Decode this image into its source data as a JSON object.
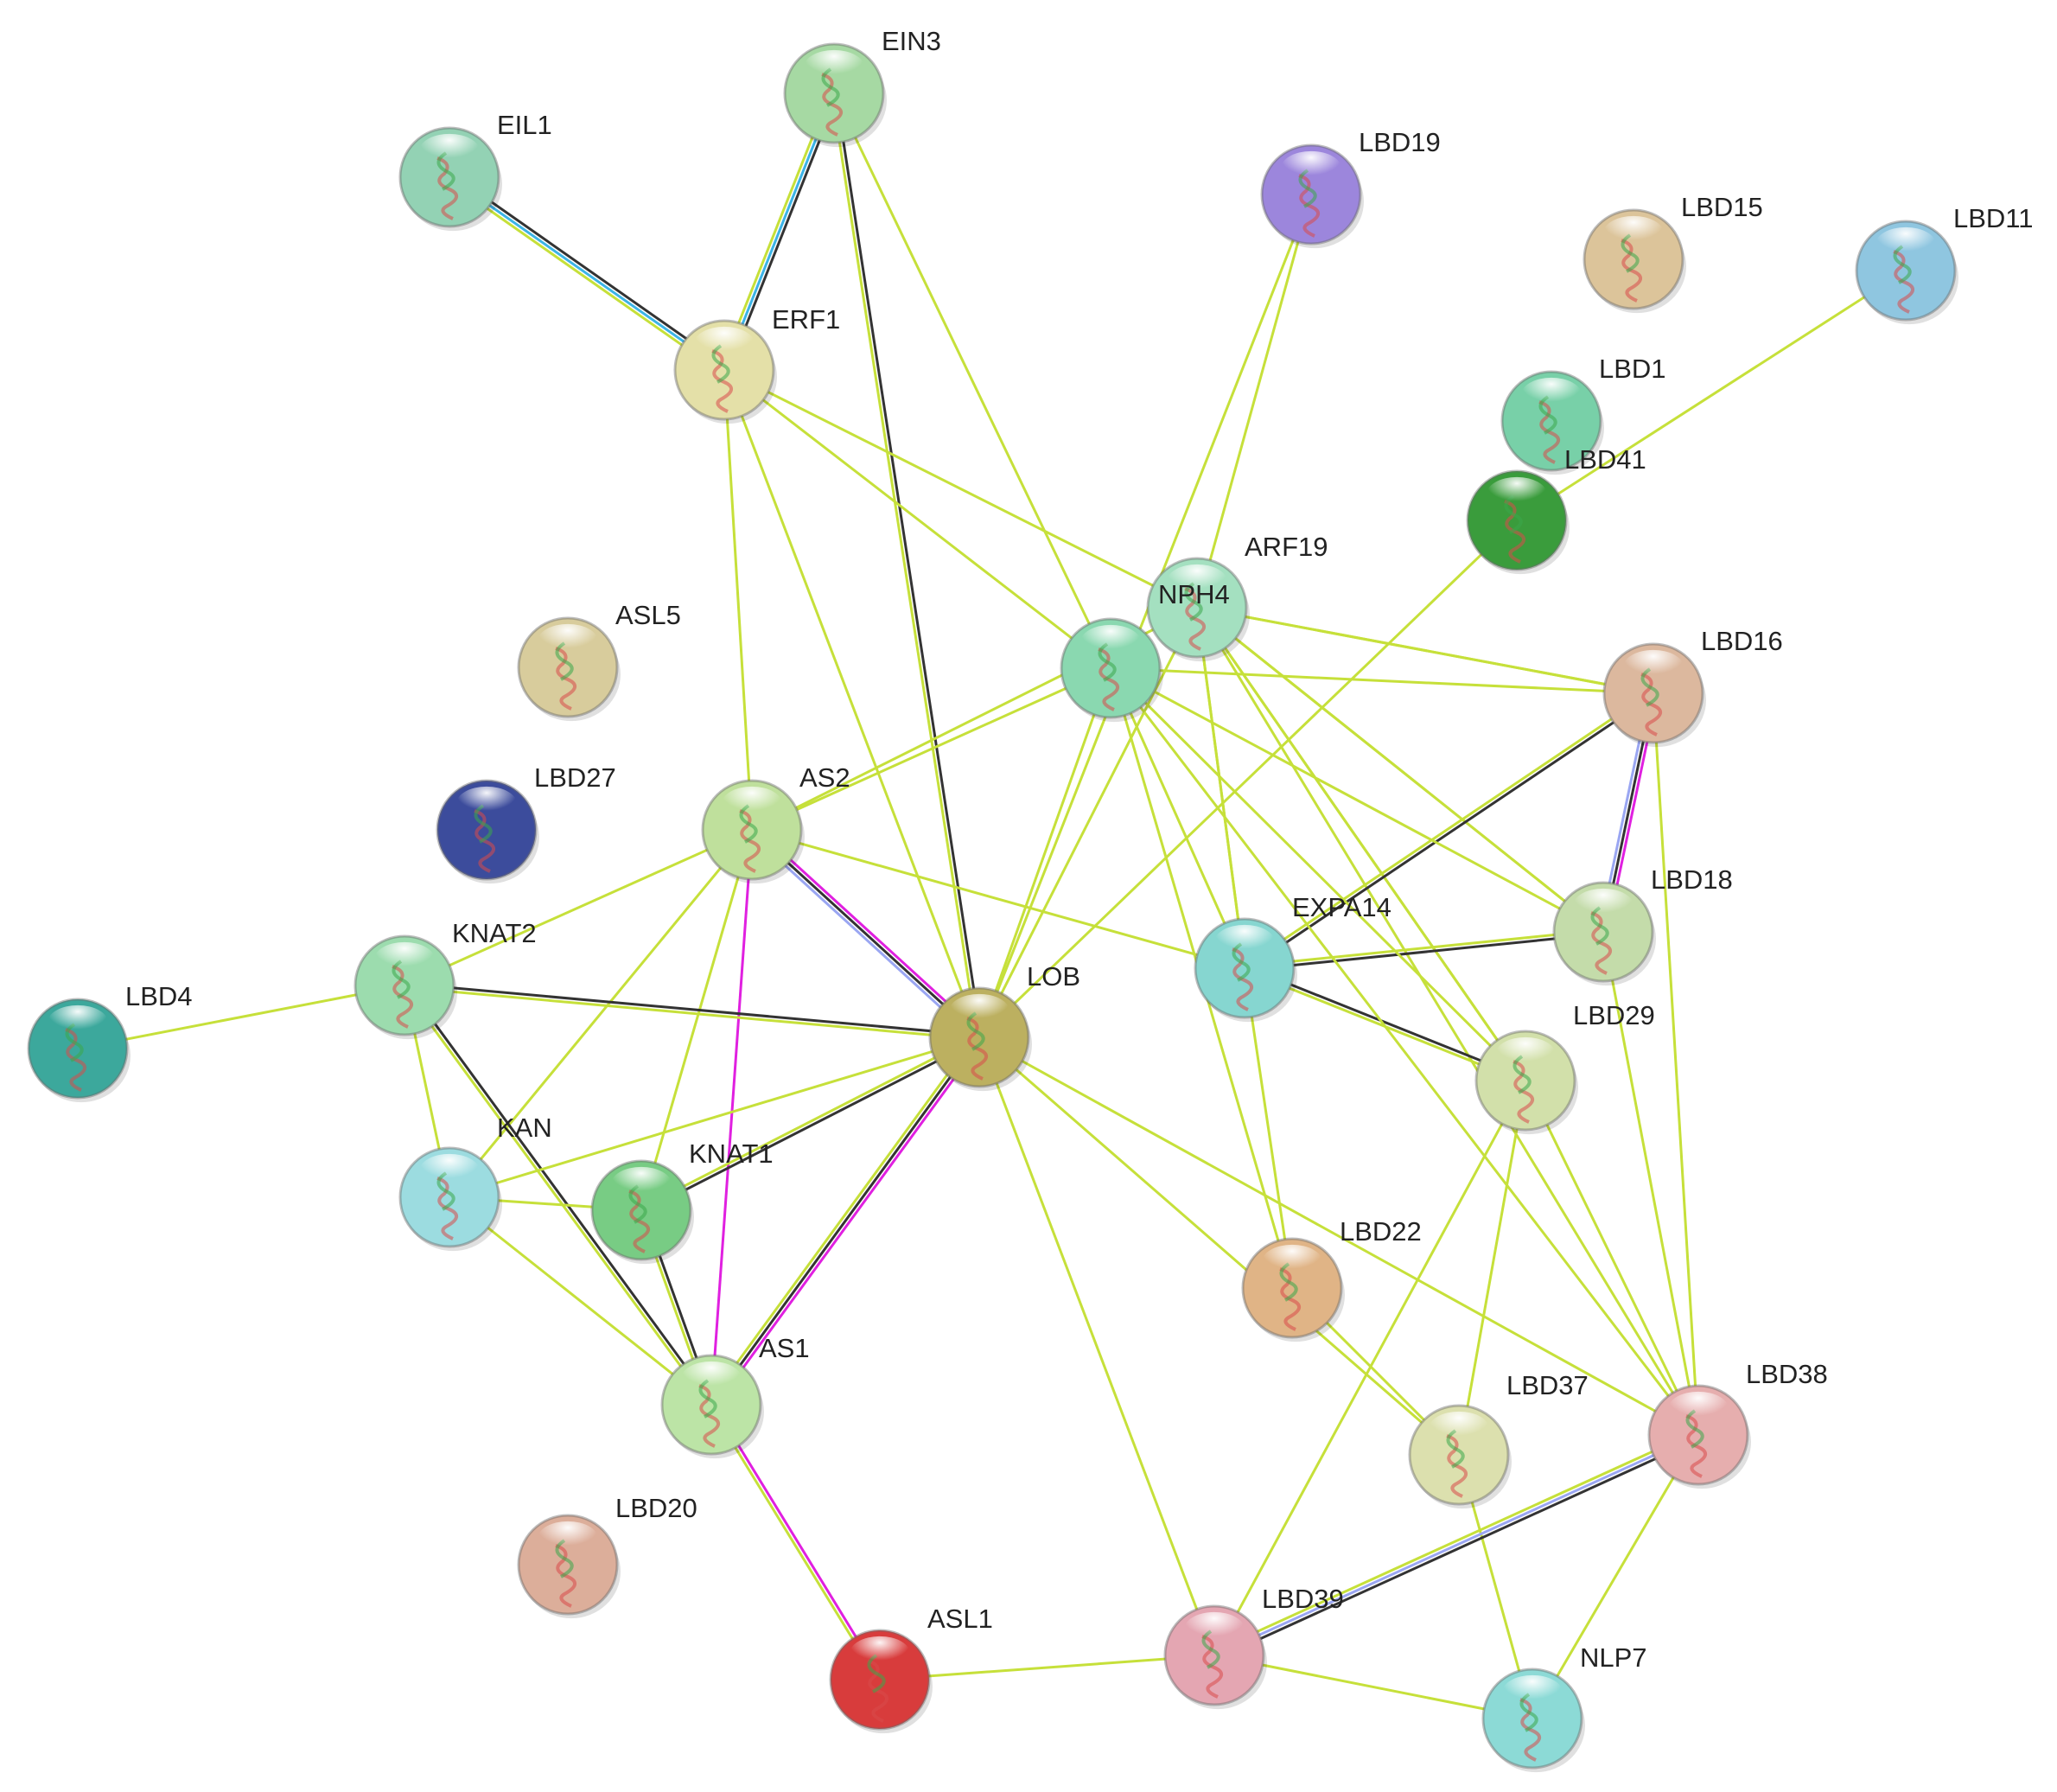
{
  "network": {
    "edge_colors": {
      "textmining": "#c6e03a",
      "coexpression": "#333333",
      "database": "#3cb4e6",
      "experimental": "#e020e0",
      "homology": "#9aa6f2"
    },
    "nodes": [
      {
        "id": "EIN3",
        "label": "EIN3",
        "color": "#a6d9a3"
      },
      {
        "id": "EIL1",
        "label": "EIL1",
        "color": "#93d2b4"
      },
      {
        "id": "ERF1",
        "label": "ERF1",
        "color": "#e4e0a8"
      },
      {
        "id": "LBD19",
        "label": "LBD19",
        "color": "#9c86dc"
      },
      {
        "id": "LBD15",
        "label": "LBD15",
        "color": "#dcc49a"
      },
      {
        "id": "LBD11",
        "label": "LBD11",
        "color": "#8fc6e0"
      },
      {
        "id": "LBD1",
        "label": "LBD1",
        "color": "#78d0a8"
      },
      {
        "id": "LBD41",
        "label": "LBD41",
        "color": "#3a9c3c"
      },
      {
        "id": "ARF19",
        "label": "ARF19",
        "color": "#a4e0c0"
      },
      {
        "id": "NPH4",
        "label": "NPH4",
        "color": "#82d6ae"
      },
      {
        "id": "ASL5",
        "label": "ASL5",
        "color": "#d8cc9c"
      },
      {
        "id": "LBD16",
        "label": "LBD16",
        "color": "#dcb89e"
      },
      {
        "id": "LBD27",
        "label": "LBD27",
        "color": "#3c4c9c"
      },
      {
        "id": "AS2",
        "label": "AS2",
        "color": "#bfe09c"
      },
      {
        "id": "LBD18",
        "label": "LBD18",
        "color": "#c4dcaa"
      },
      {
        "id": "EXPA14",
        "label": "EXPA14",
        "color": "#86d6d0"
      },
      {
        "id": "KNAT2",
        "label": "KNAT2",
        "color": "#9cdcae"
      },
      {
        "id": "LBD4",
        "label": "LBD4",
        "color": "#3ca89c"
      },
      {
        "id": "LOB",
        "label": "LOB",
        "color": "#bcb060"
      },
      {
        "id": "LBD29",
        "label": "LBD29",
        "color": "#d2e0aa"
      },
      {
        "id": "KAN",
        "label": "KAN",
        "color": "#9cdce0"
      },
      {
        "id": "KNAT1",
        "label": "KNAT1",
        "color": "#78cc84"
      },
      {
        "id": "LBD22",
        "label": "LBD22",
        "color": "#e0b486"
      },
      {
        "id": "AS1",
        "label": "AS1",
        "color": "#bce4a6"
      },
      {
        "id": "LBD37",
        "label": "LBD37",
        "color": "#dce0ae"
      },
      {
        "id": "LBD38",
        "label": "LBD38",
        "color": "#e6aeae"
      },
      {
        "id": "LBD20",
        "label": "LBD20",
        "color": "#dcae9a"
      },
      {
        "id": "ASL1",
        "label": "ASL1",
        "color": "#d83c3c"
      },
      {
        "id": "LBD39",
        "label": "LBD39",
        "color": "#e4a6b2"
      },
      {
        "id": "NLP7",
        "label": "NLP7",
        "color": "#8cdad6"
      }
    ],
    "edges": [
      {
        "source": "EIL1",
        "target": "ERF1",
        "types": [
          "coexpression",
          "database",
          "textmining"
        ]
      },
      {
        "source": "EIN3",
        "target": "ERF1",
        "types": [
          "coexpression",
          "database",
          "textmining"
        ]
      },
      {
        "source": "EIN3",
        "target": "LOB",
        "types": [
          "coexpression",
          "textmining"
        ]
      },
      {
        "source": "ERF1",
        "target": "LOB",
        "types": [
          "textmining"
        ]
      },
      {
        "source": "ERF1",
        "target": "NPH4",
        "types": [
          "textmining"
        ]
      },
      {
        "source": "ERF1",
        "target": "AS2",
        "types": [
          "textmining"
        ]
      },
      {
        "source": "LBD19",
        "target": "LOB",
        "types": [
          "textmining"
        ]
      },
      {
        "source": "LBD19",
        "target": "NPH4",
        "types": [
          "textmining"
        ]
      },
      {
        "source": "LBD11",
        "target": "LBD41",
        "types": [
          "textmining"
        ]
      },
      {
        "source": "LBD41",
        "target": "LOB",
        "types": [
          "textmining"
        ]
      },
      {
        "source": "NPH4",
        "target": "AS2",
        "types": [
          "textmining"
        ]
      },
      {
        "source": "NPH4",
        "target": "LBD16",
        "types": [
          "textmining"
        ]
      },
      {
        "source": "NPH4",
        "target": "LBD18",
        "types": [
          "textmining"
        ]
      },
      {
        "source": "NPH4",
        "target": "LBD29",
        "types": [
          "textmining"
        ]
      },
      {
        "source": "NPH4",
        "target": "EXPA14",
        "types": [
          "textmining"
        ]
      },
      {
        "source": "NPH4",
        "target": "LOB",
        "types": [
          "textmining"
        ]
      },
      {
        "source": "ARF19",
        "target": "LBD16",
        "types": [
          "textmining"
        ]
      },
      {
        "source": "ARF19",
        "target": "LBD18",
        "types": [
          "textmining"
        ]
      },
      {
        "source": "ARF19",
        "target": "LBD29",
        "types": [
          "textmining"
        ]
      },
      {
        "source": "ARF19",
        "target": "EXPA14",
        "types": [
          "textmining"
        ]
      },
      {
        "source": "NPH4",
        "target": "LBD38",
        "types": [
          "textmining"
        ]
      },
      {
        "source": "LBD16",
        "target": "LBD18",
        "types": [
          "experimental",
          "coexpression",
          "homology"
        ]
      },
      {
        "source": "LBD16",
        "target": "EXPA14",
        "types": [
          "coexpression",
          "textmining"
        ]
      },
      {
        "source": "LBD16",
        "target": "LBD38",
        "types": [
          "textmining"
        ]
      },
      {
        "source": "LBD18",
        "target": "EXPA14",
        "types": [
          "coexpression",
          "textmining"
        ]
      },
      {
        "source": "LBD18",
        "target": "LBD38",
        "types": [
          "textmining"
        ]
      },
      {
        "source": "EXPA14",
        "target": "LBD29",
        "types": [
          "coexpression",
          "textmining"
        ]
      },
      {
        "source": "EXPA14",
        "target": "LBD22",
        "types": [
          "textmining"
        ]
      },
      {
        "source": "AS2",
        "target": "LOB",
        "types": [
          "experimental",
          "coexpression",
          "homology"
        ]
      },
      {
        "source": "AS2",
        "target": "AS1",
        "types": [
          "experimental"
        ]
      },
      {
        "source": "AS2",
        "target": "KNAT2",
        "types": [
          "textmining"
        ]
      },
      {
        "source": "AS2",
        "target": "KAN",
        "types": [
          "textmining"
        ]
      },
      {
        "source": "AS2",
        "target": "KNAT1",
        "types": [
          "textmining"
        ]
      },
      {
        "source": "AS2",
        "target": "EXPA14",
        "types": [
          "textmining"
        ]
      },
      {
        "source": "KNAT2",
        "target": "LBD4",
        "types": [
          "textmining"
        ]
      },
      {
        "source": "KNAT2",
        "target": "LOB",
        "types": [
          "coexpression",
          "textmining"
        ]
      },
      {
        "source": "KNAT2",
        "target": "KAN",
        "types": [
          "textmining"
        ]
      },
      {
        "source": "KNAT2",
        "target": "AS1",
        "types": [
          "coexpression",
          "textmining"
        ]
      },
      {
        "source": "LOB",
        "target": "KAN",
        "types": [
          "textmining"
        ]
      },
      {
        "source": "LOB",
        "target": "KNAT1",
        "types": [
          "coexpression",
          "textmining"
        ]
      },
      {
        "source": "LOB",
        "target": "AS1",
        "types": [
          "experimental",
          "coexpression",
          "textmining"
        ]
      },
      {
        "source": "LOB",
        "target": "LBD39",
        "types": [
          "textmining"
        ]
      },
      {
        "source": "LOB",
        "target": "LBD37",
        "types": [
          "textmining"
        ]
      },
      {
        "source": "LOB",
        "target": "LBD38",
        "types": [
          "textmining"
        ]
      },
      {
        "source": "KAN",
        "target": "KNAT1",
        "types": [
          "textmining"
        ]
      },
      {
        "source": "KAN",
        "target": "AS1",
        "types": [
          "textmining"
        ]
      },
      {
        "source": "KNAT1",
        "target": "AS1",
        "types": [
          "coexpression",
          "textmining"
        ]
      },
      {
        "source": "AS1",
        "target": "ASL1",
        "types": [
          "experimental",
          "textmining"
        ]
      },
      {
        "source": "LBD29",
        "target": "LBD39",
        "types": [
          "textmining"
        ]
      },
      {
        "source": "LBD29",
        "target": "LBD37",
        "types": [
          "textmining"
        ]
      },
      {
        "source": "LBD29",
        "target": "LBD38",
        "types": [
          "textmining"
        ]
      },
      {
        "source": "LBD22",
        "target": "LBD37",
        "types": [
          "textmining"
        ]
      },
      {
        "source": "LBD37",
        "target": "NLP7",
        "types": [
          "textmining"
        ]
      },
      {
        "source": "LBD38",
        "target": "LBD39",
        "types": [
          "coexpression",
          "homology",
          "textmining"
        ]
      },
      {
        "source": "LBD38",
        "target": "NLP7",
        "types": [
          "textmining"
        ]
      },
      {
        "source": "ASL1",
        "target": "LBD39",
        "types": [
          "textmining"
        ]
      },
      {
        "source": "LBD39",
        "target": "NLP7",
        "types": [
          "textmining"
        ]
      }
    ]
  }
}
